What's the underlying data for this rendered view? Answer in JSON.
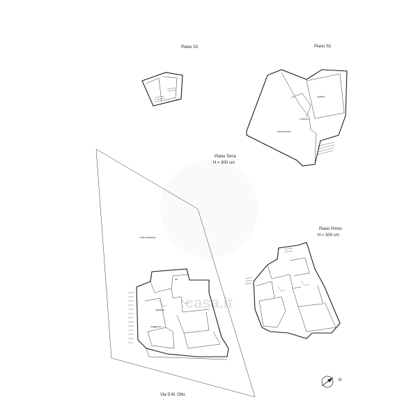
{
  "levels": {
    "piano_s2": "Piano S2",
    "piano_s1": "Piano S1",
    "piano_terra": "Piano Terra",
    "piano_terra_height": "H = 300 cm",
    "piano_primo": "Piano Primo",
    "piano_primo_height": "H = 300 cm"
  },
  "street": "Via S.M. Otto",
  "north_label": "N",
  "watermark": "casa.it",
  "rooms": {
    "s1_storage": "cantina",
    "s1_corridor": "corridoio",
    "s1_garage": "autorimessa",
    "terra_garden": "corte esclusiva",
    "terra_entrance": "ingresso",
    "terra_living": "soggiorno",
    "terra_wc": "wc"
  }
}
